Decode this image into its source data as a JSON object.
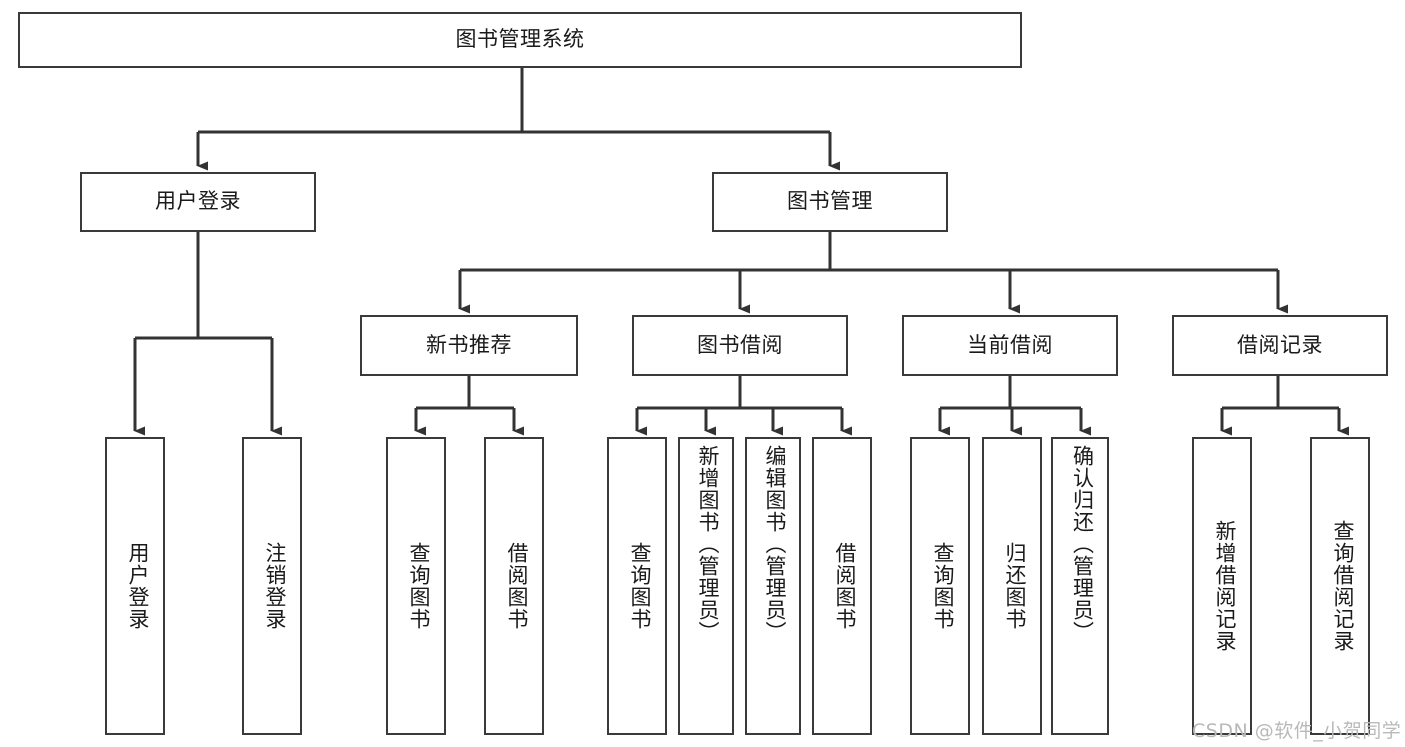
{
  "diagram": {
    "title": "图书管理系统",
    "type": "tree",
    "watermark": "CSDN @软件_小贺同学",
    "colors": {
      "box_border": "#3a3a3a",
      "box_fill": "#ffffff",
      "edge": "#333333",
      "text": "#1a1a1a",
      "watermark": "#b9b9b9",
      "background": "#ffffff"
    },
    "nodes": {
      "root": {
        "label": "图书管理系统"
      },
      "level1": [
        {
          "id": "user-login",
          "label": "用户登录"
        },
        {
          "id": "book-manage",
          "label": "图书管理"
        }
      ],
      "level2": [
        {
          "id": "new-book-recommend",
          "label": "新书推荐"
        },
        {
          "id": "book-borrow",
          "label": "图书借阅"
        },
        {
          "id": "current-borrow",
          "label": "当前借阅"
        },
        {
          "id": "borrow-record",
          "label": "借阅记录"
        }
      ],
      "leaves": {
        "user_login": [
          {
            "id": "leaf-user-login",
            "label": "用户登录"
          },
          {
            "id": "leaf-user-logout",
            "label": "注销登录"
          }
        ],
        "new_book_recommend": [
          {
            "id": "leaf-query-book-1",
            "label": "查询图书"
          },
          {
            "id": "leaf-borrow-book-1",
            "label": "借阅图书"
          }
        ],
        "book_borrow": [
          {
            "id": "leaf-query-book-2",
            "label": "查询图书"
          },
          {
            "id": "leaf-add-book",
            "label": "新增图书（管理员）"
          },
          {
            "id": "leaf-edit-book",
            "label": "编辑图书（管理员）"
          },
          {
            "id": "leaf-borrow-book-2",
            "label": "借阅图书"
          }
        ],
        "current_borrow": [
          {
            "id": "leaf-query-book-3",
            "label": "查询图书"
          },
          {
            "id": "leaf-return-book",
            "label": "归还图书"
          },
          {
            "id": "leaf-confirm-return",
            "label": "确认归还（管理员）"
          }
        ],
        "borrow_record": [
          {
            "id": "leaf-add-record",
            "label": "新增借阅记录"
          },
          {
            "id": "leaf-query-record",
            "label": "查询借阅记录"
          }
        ]
      }
    }
  }
}
